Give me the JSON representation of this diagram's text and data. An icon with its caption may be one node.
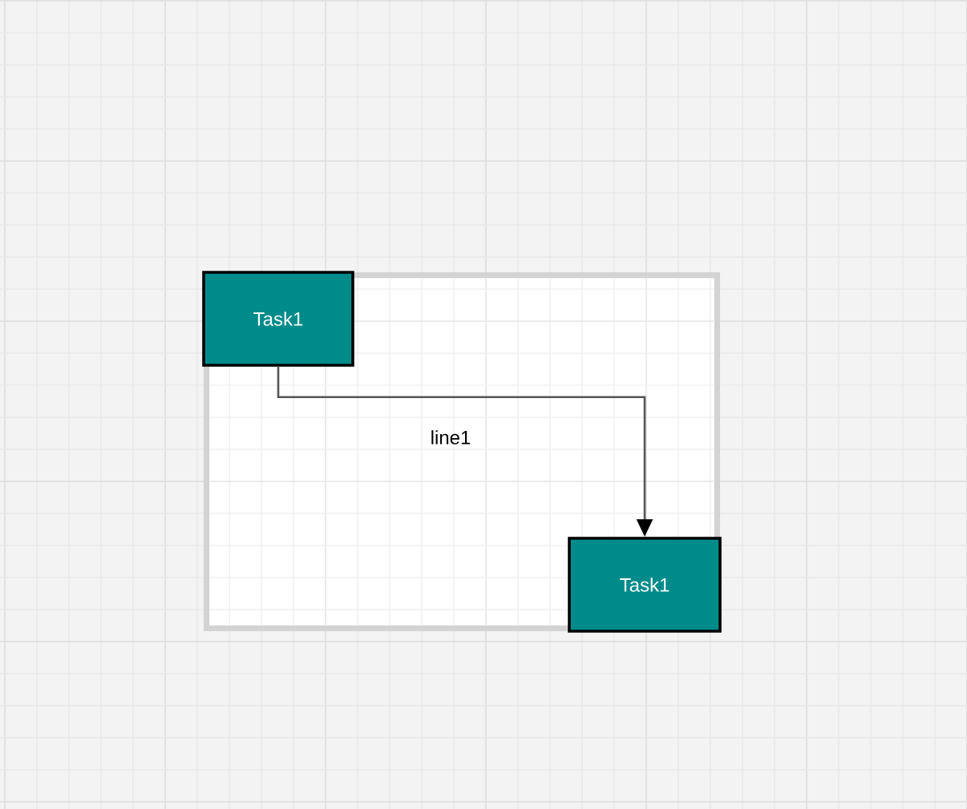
{
  "diagram": {
    "nodes": [
      {
        "text": [],
        "shape": "box"
      },
      {
        "text": [
          "Task1"
        ],
        "in": 0
      },
      {
        "text": [
          "Task1"
        ],
        "in": 0
      }
    ],
    "edges": [
      {
        "from": 1,
        "to": 2,
        "arrow": "to",
        "label": "line1"
      }
    ]
  }
}
